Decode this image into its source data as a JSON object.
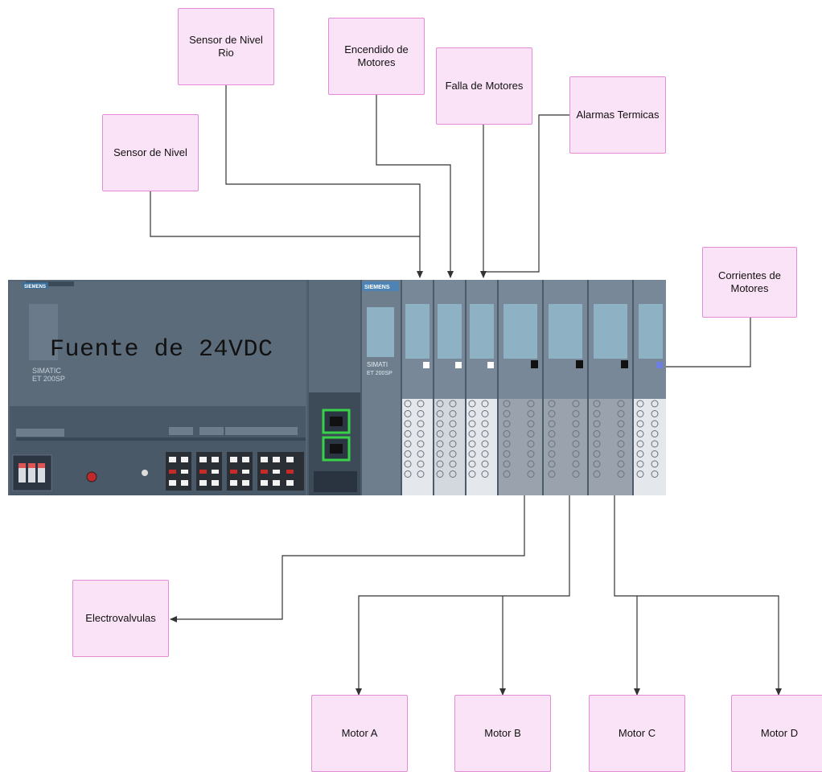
{
  "boxes": {
    "sensor_nivel": "Sensor de Nivel",
    "sensor_nivel_rio_1": "Sensor de Nivel",
    "sensor_nivel_rio_2": "Rio",
    "encendido_1": "Encendido de",
    "encendido_2": "Motores",
    "falla": "Falla de Motores",
    "alarmas": "Alarmas Termicas",
    "corrientes_1": "Corrientes de",
    "corrientes_2": "Motores",
    "electrovalvulas": "Electrovalvulas",
    "motor_a": "Motor A",
    "motor_b": "Motor B",
    "motor_c": "Motor C",
    "motor_d": "Motor D"
  },
  "plc": {
    "label": "Fuente de 24VDC",
    "brand": "SIEMENS",
    "brand2": "SIEMENS",
    "model_1": "SIMATIC",
    "model_2": "ET 200SP",
    "model_3": "SIMATI",
    "model_4": "ET 200SP"
  },
  "colors": {
    "box_fill": "#fbe3f7",
    "box_border": "#e48cd6",
    "plc_body": "#4c5b6a",
    "plc_frame": "#2b3642",
    "module_blue": "#8fb1c4",
    "terminal_light": "#e4e7ec",
    "terminal_gray": "#9aa3ad",
    "ethernet_green": "#3ad14a",
    "wire": "#333333"
  }
}
